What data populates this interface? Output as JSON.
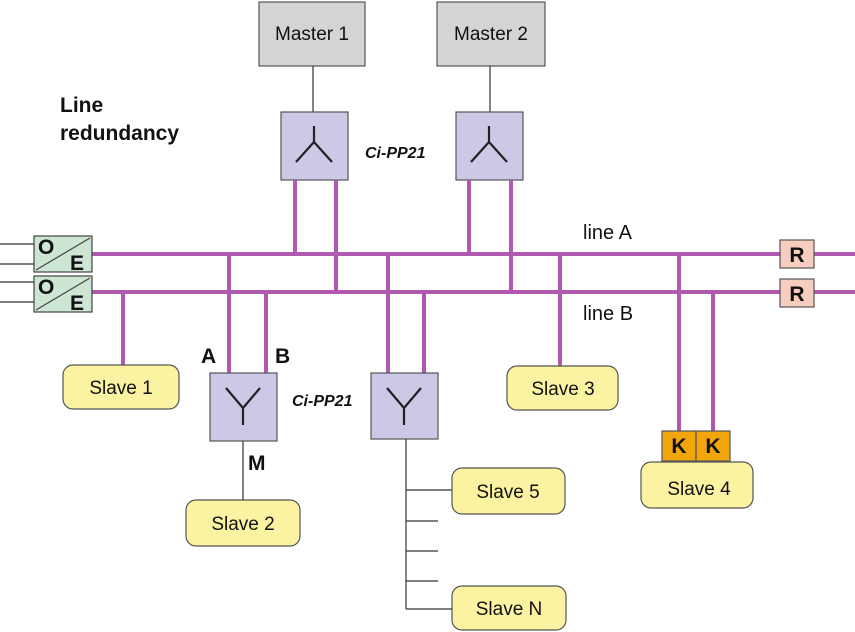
{
  "title_line1": "Line",
  "title_line2": "redundancy",
  "masters": [
    "Master 1",
    "Master 2"
  ],
  "coupler_label": "Ci-PP21",
  "line_a": "line A",
  "line_b": "line B",
  "converter": {
    "o": "O",
    "e": "E"
  },
  "terminator": "R",
  "port_a": "A",
  "port_b": "B",
  "port_m": "M",
  "slaves": {
    "s1": "Slave 1",
    "s2": "Slave 2",
    "s3": "Slave 3",
    "s4": "Slave 4",
    "s5": "Slave 5",
    "sn": "Slave N"
  },
  "k_label": "K",
  "colors": {
    "bus": "#b158b1",
    "master_fill": "#d4d4d4",
    "coupler_fill": "#ccc8e6",
    "slave_fill": "#fbf3a2",
    "converter_fill": "#cde6d4",
    "terminator_fill": "#f6cdbf",
    "k_fill": "#f2a60c"
  }
}
